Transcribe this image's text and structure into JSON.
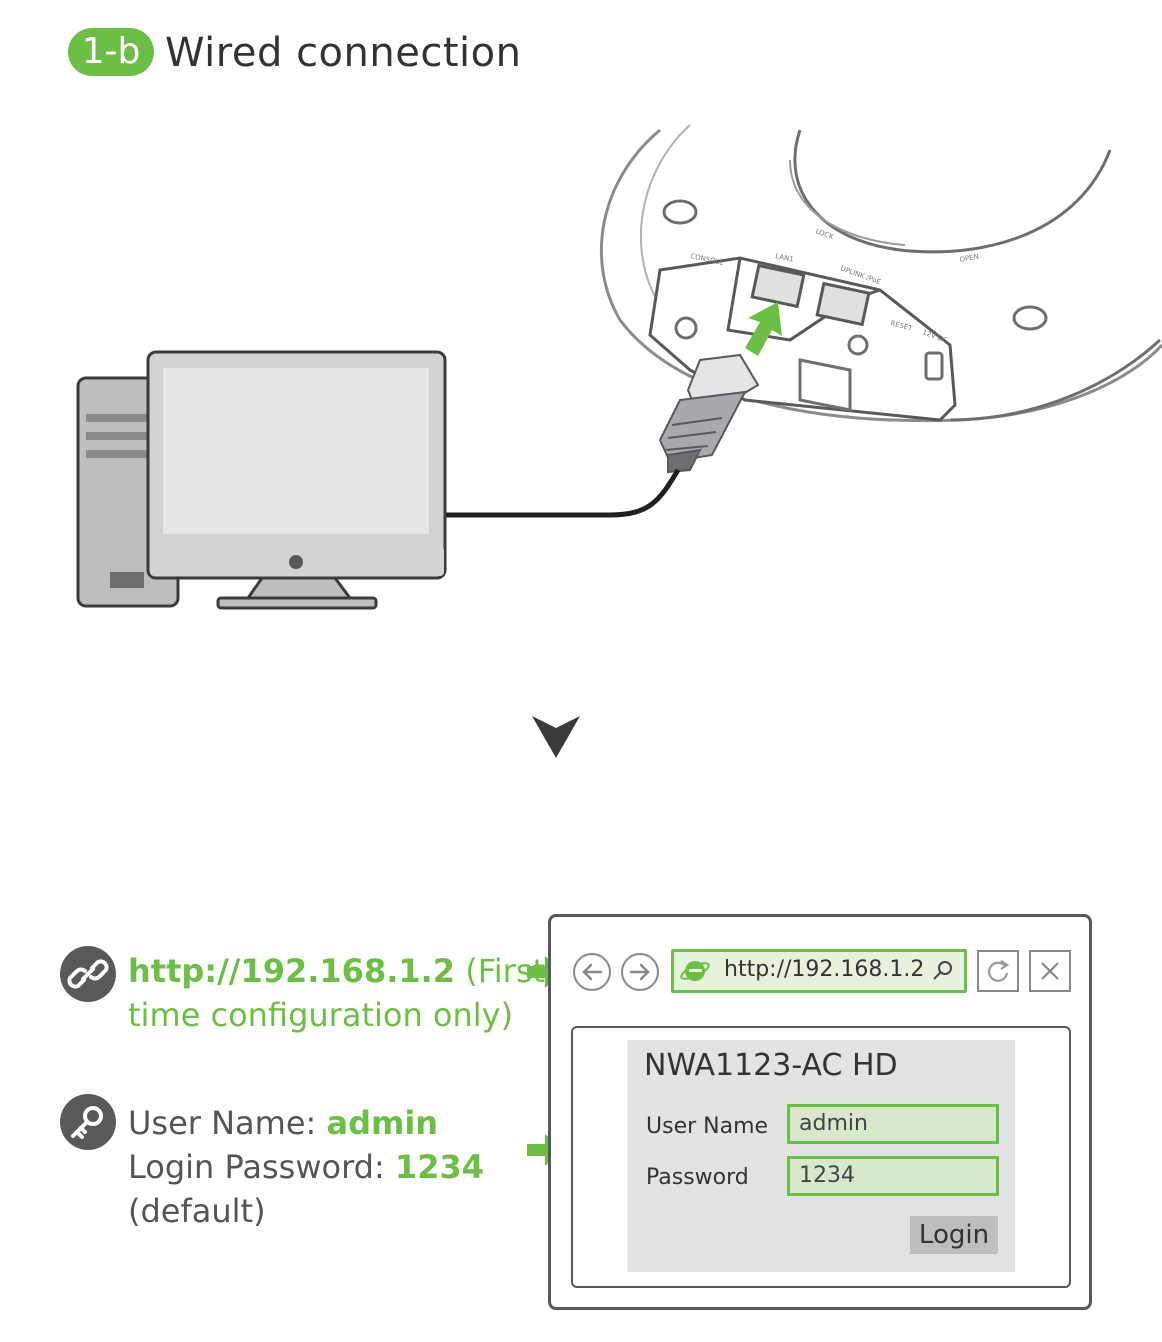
{
  "header": {
    "step_badge": "1-b",
    "title": "Wired connection"
  },
  "left_info": {
    "url_bold": "http://192.168.1.2",
    "url_note_1": " (First",
    "url_note_2": "time configuration only)",
    "user_label": "User Name: ",
    "user_value": "admin",
    "password_label": "Login Password: ",
    "password_value": "1234",
    "default_note": "(default)"
  },
  "device_labels": {
    "console": "CONSOLE",
    "lan": "LAN1",
    "uplink": "UPLINK /PoE",
    "reset": "RESET",
    "power": "12V DC",
    "lock": "LOCK",
    "open": "OPEN"
  },
  "browser": {
    "address": "http://192.168.1.2",
    "device_name": "NWA1123-AC HD",
    "user_name_label": "User Name",
    "user_name_value": "admin",
    "password_label": "Password",
    "password_value": "1234",
    "login_label": "Login"
  },
  "colors": {
    "accent_green": "#6cbf45",
    "dark_gray": "#58595b"
  },
  "icons": [
    "link-icon",
    "key-icon",
    "back-arrow-icon",
    "forward-arrow-icon",
    "browser-logo-icon",
    "search-icon",
    "refresh-icon",
    "close-icon",
    "down-arrow-icon",
    "green-arrow-icon"
  ]
}
